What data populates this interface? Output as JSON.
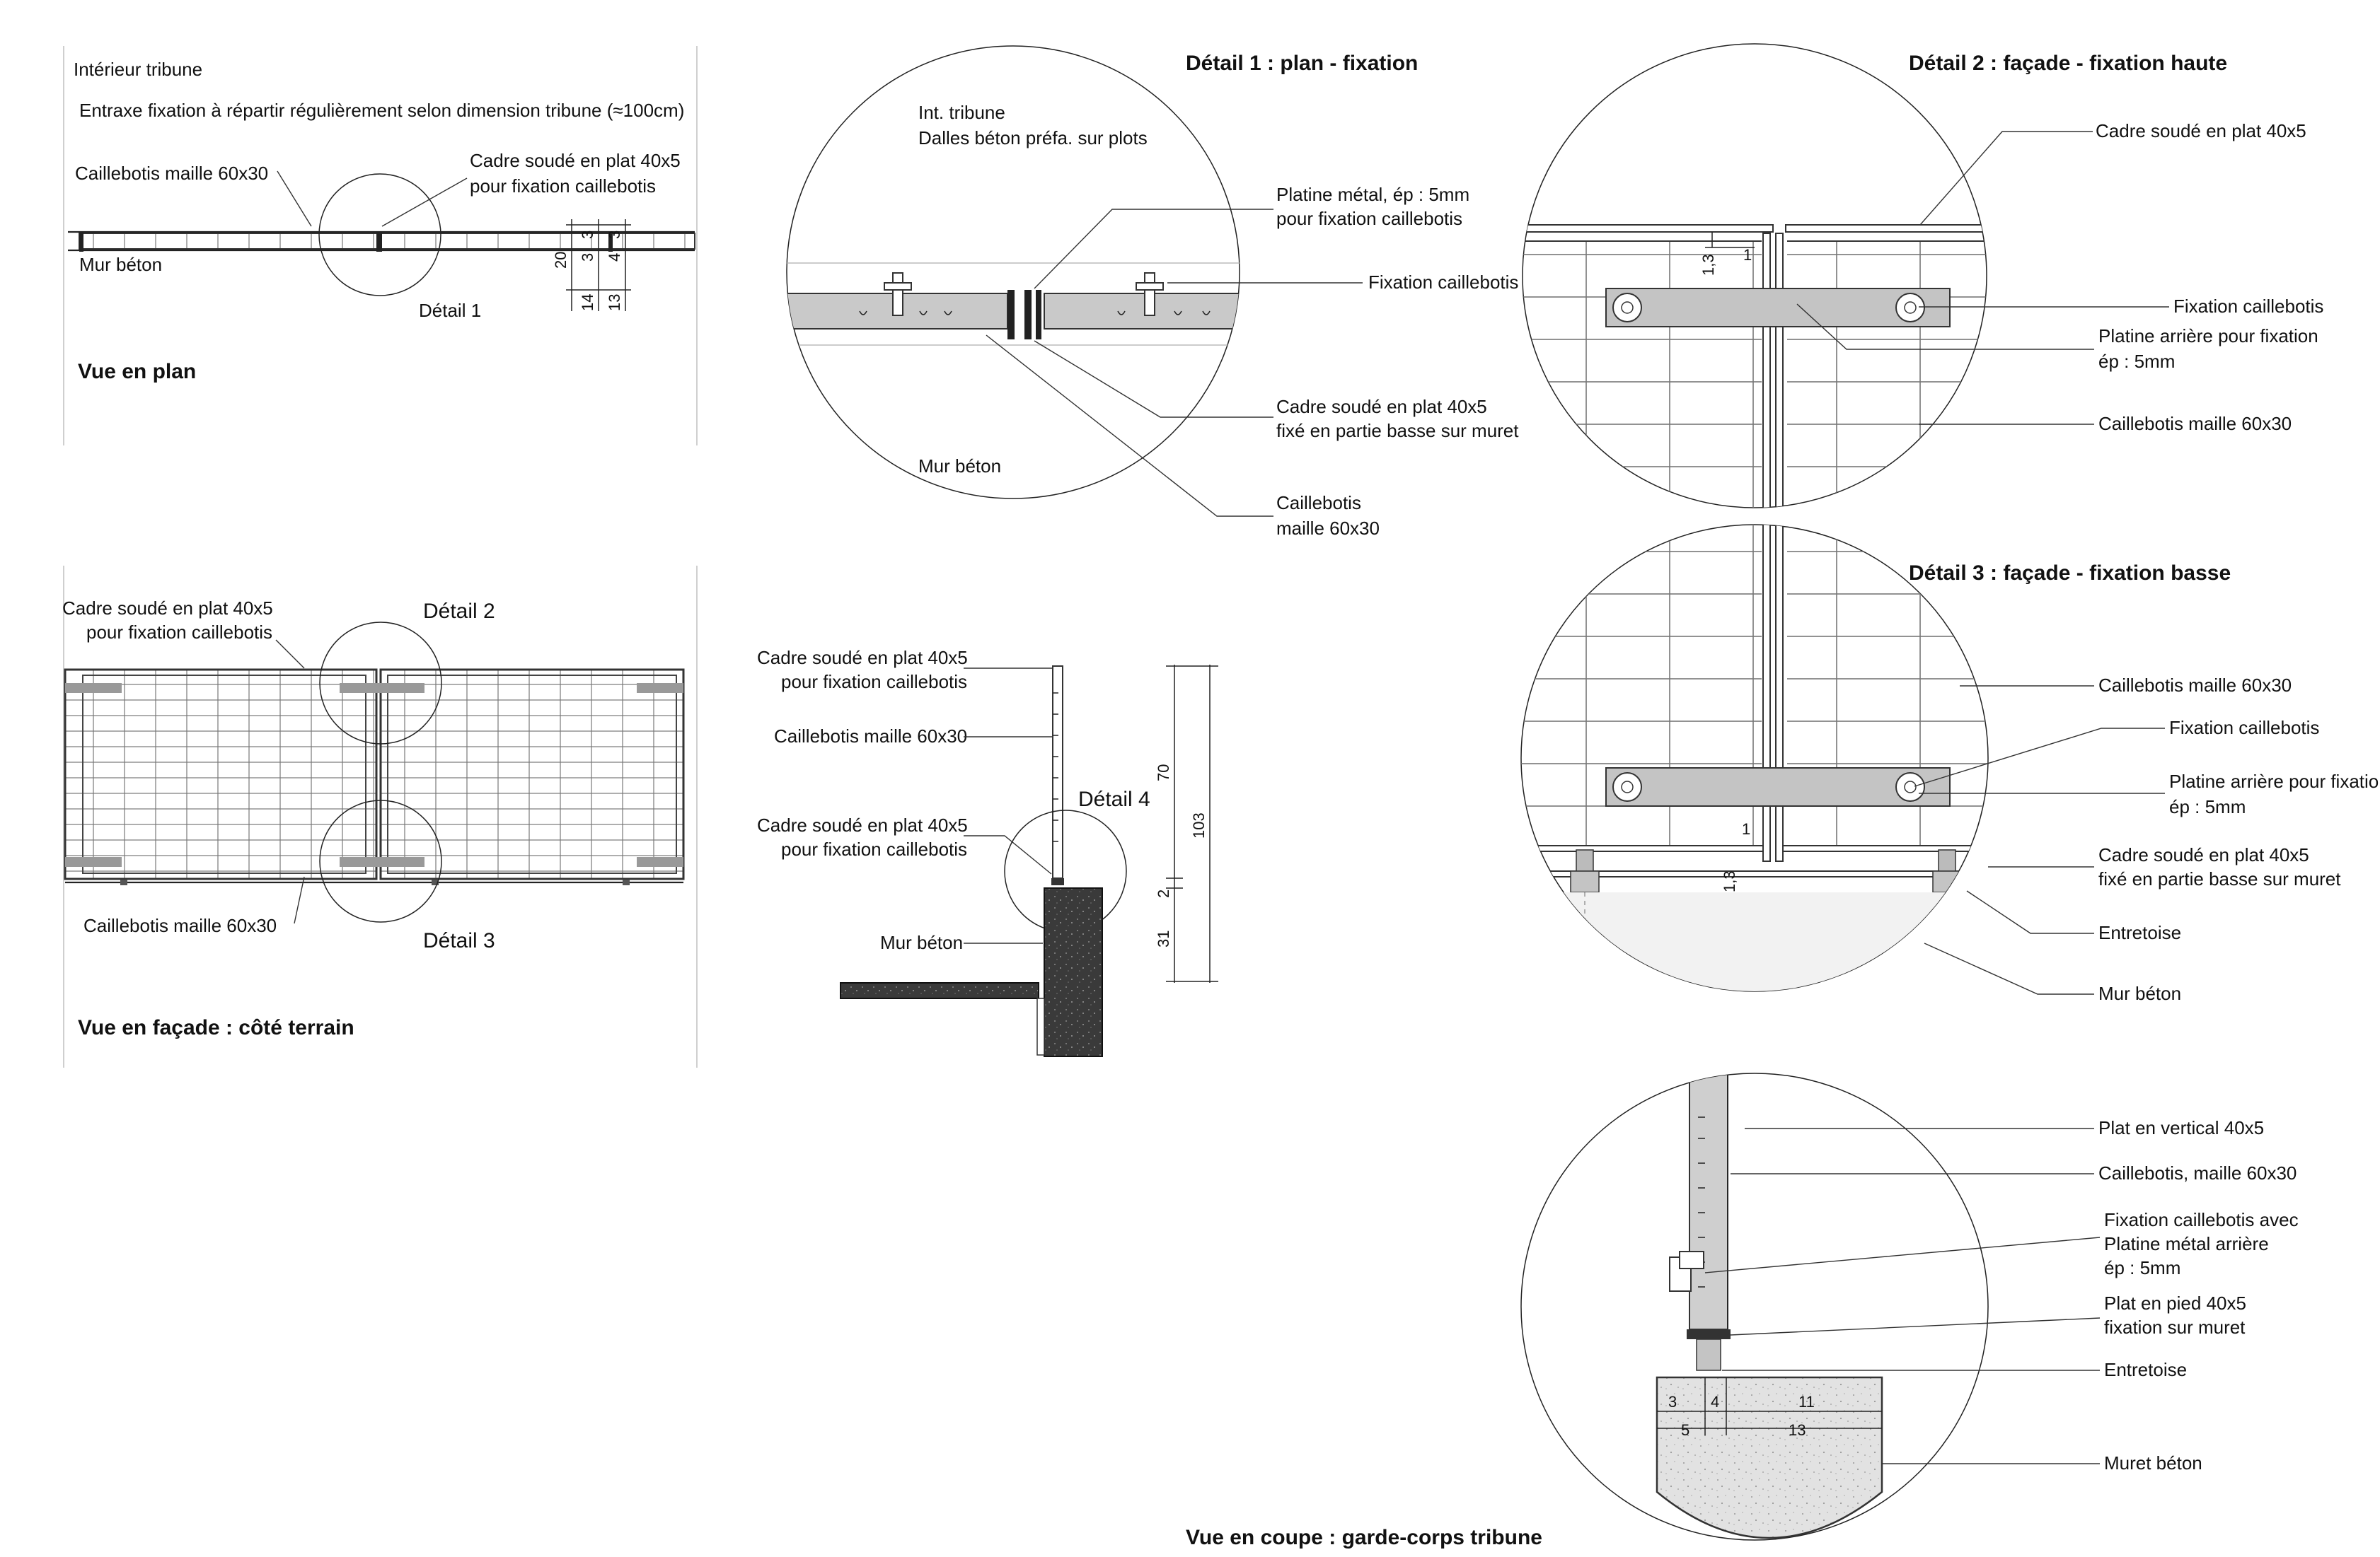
{
  "plan": {
    "interieur": "Intérieur tribune",
    "entraxe": "Entraxe fixation à répartir régulièrement selon dimension tribune (≈100cm)",
    "caillebotis": "Caillebotis maille 60x30",
    "cadre_l1": "Cadre soudé en plat 40x5",
    "cadre_l2": "pour fixation caillebotis",
    "mur": "Mur béton",
    "detail": "Détail 1",
    "title": "Vue en plan",
    "dims": [
      "20",
      "3",
      "3",
      "3",
      "4",
      "14",
      "13"
    ]
  },
  "facade": {
    "cadre_l1": "Cadre soudé en plat 40x5",
    "cadre_l2": "pour fixation caillebotis",
    "detail2": "Détail 2",
    "caillebotis": "Caillebotis maille 60x30",
    "detail3": "Détail 3",
    "title": "Vue en façade : côté terrain"
  },
  "detail1": {
    "title": "Détail 1 : plan - fixation",
    "int_l1": "Int. tribune",
    "int_l2": "Dalles béton préfa. sur plots",
    "platine_l1": "Platine métal, ép : 5mm",
    "platine_l2": "pour fixation caillebotis",
    "fixation": "Fixation caillebotis",
    "cadre_l1": "Cadre soudé en plat 40x5",
    "cadre_l2": "fixé en partie basse sur muret",
    "mur": "Mur béton",
    "cail_l1": "Caillebotis",
    "cail_l2": "maille 60x30"
  },
  "section": {
    "cadre1_l1": "Cadre soudé en plat 40x5",
    "cadre1_l2": "pour fixation caillebotis",
    "caillebotis": "Caillebotis maille 60x30",
    "cadre2_l1": "Cadre soudé en plat 40x5",
    "cadre2_l2": "pour fixation caillebotis",
    "detail4": "Détail 4",
    "mur": "Mur béton",
    "dims": [
      "70",
      "103",
      "2",
      "31"
    ]
  },
  "detail2": {
    "title": "Détail 2 : façade - fixation haute",
    "cadre": "Cadre soudé en plat 40x5",
    "fixation": "Fixation caillebotis",
    "platine_l1": "Platine arrière pour fixation",
    "platine_l2": "ép : 5mm",
    "caillebotis": "Caillebotis maille 60x30",
    "dims": [
      "1,3",
      "1"
    ]
  },
  "detail3": {
    "title": "Détail 3 : façade - fixation basse",
    "caillebotis": "Caillebotis maille 60x30",
    "fixation": "Fixation caillebotis",
    "platine_l1": "Platine arrière pour fixation",
    "platine_l2": "ép : 5mm",
    "cadre_l1": "Cadre soudé en plat 40x5",
    "cadre_l2": "fixé en partie basse sur muret",
    "entretoise": "Entretoise",
    "mur": "Mur béton",
    "dims": [
      "1",
      "1,3"
    ]
  },
  "coupe": {
    "plat_vertical": "Plat en vertical 40x5",
    "caillebotis": "Caillebotis, maille 60x30",
    "fix_l1": "Fixation caillebotis avec",
    "fix_l2": "Platine métal arrière",
    "fix_l3": "ép : 5mm",
    "pied_l1": "Plat en pied 40x5",
    "pied_l2": "fixation sur muret",
    "entretoise": "Entretoise",
    "muret": "Muret béton",
    "title": "Vue en coupe : garde-corps tribune",
    "dims": [
      "3",
      "4",
      "11",
      "5",
      "13"
    ]
  }
}
